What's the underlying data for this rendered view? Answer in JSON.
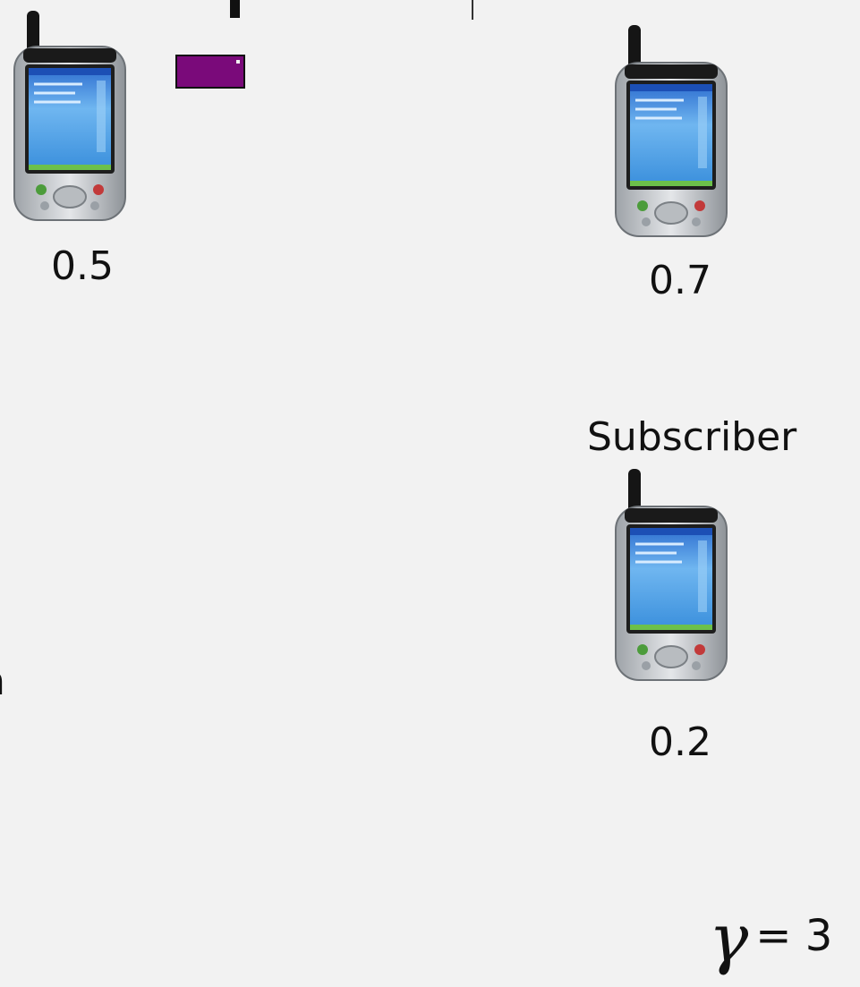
{
  "nodes": [
    {
      "id": "node-1",
      "value_label": "0.5",
      "caption": ""
    },
    {
      "id": "node-2",
      "value_label": "0.7",
      "caption": ""
    },
    {
      "id": "node-3",
      "value_label": "0.2",
      "caption": "Subscriber"
    }
  ],
  "edge_fragment_text": "n",
  "gamma": {
    "symbol": "γ",
    "expression": "= 3"
  },
  "colors": {
    "background": "#f2f2f2",
    "marker": "#7a0a7a",
    "screen": "#3b8fe0",
    "device_body": "#c9ccd0"
  },
  "icons": {
    "device": "pda-device-icon",
    "marker": "purple-marker-icon"
  }
}
